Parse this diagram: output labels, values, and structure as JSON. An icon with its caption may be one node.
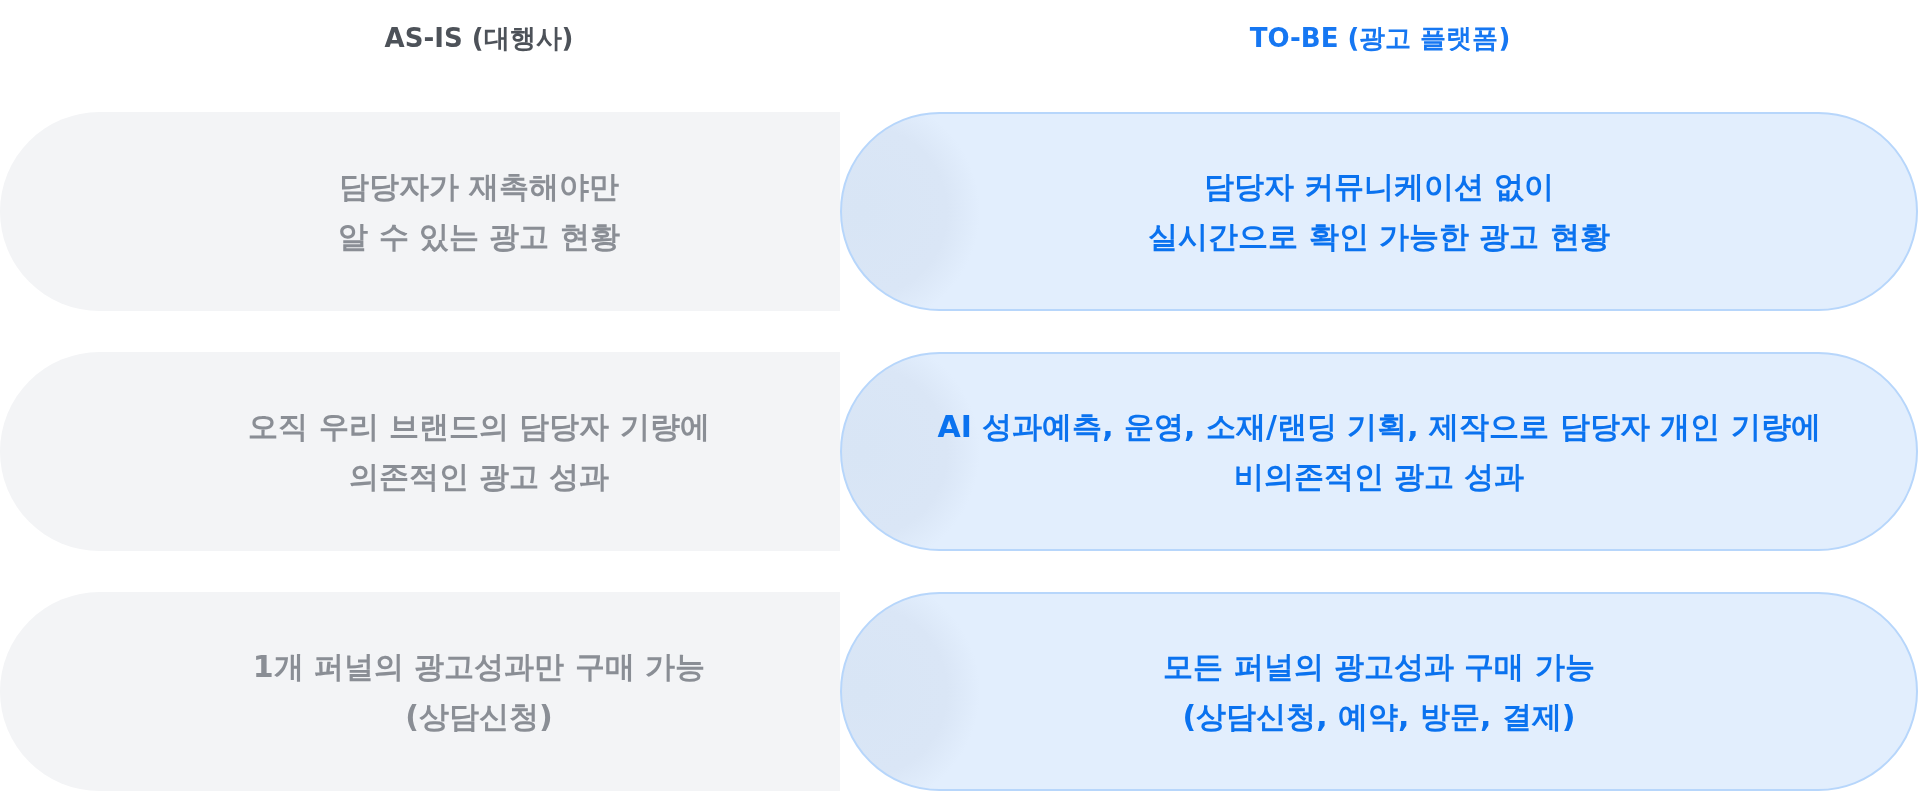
{
  "diagram": {
    "nodes": [
      {
        "text": [
          "담당자가 재촉해야만 알 수 있는 광고 현황"
        ]
      },
      {
        "text": [
          "담당자 커뮤니케이션 없이 실시간으로 확인 가능한 광고 현황"
        ]
      },
      {
        "text": [
          "오직 우리 브랜드의 담당자 기량에 의존적인 광고 성과"
        ]
      },
      {
        "text": [
          "AI 성과예측, 운영, 소재/랜딩 기획, 제작으로 담당자 개인 기량에 비의존적인 광고 성과"
        ]
      },
      {
        "text": [
          "1개 퍼널의 광고성과만 구매 가능 (상담신청)"
        ]
      },
      {
        "text": [
          "모든 퍼널의 광고성과 구매 가능 (상담신청, 예약, 방문, 결제)"
        ]
      }
    ],
    "labels": [
      "AS-IS (대행사)",
      "TO-BE (광고 플랫폼)"
    ]
  }
}
